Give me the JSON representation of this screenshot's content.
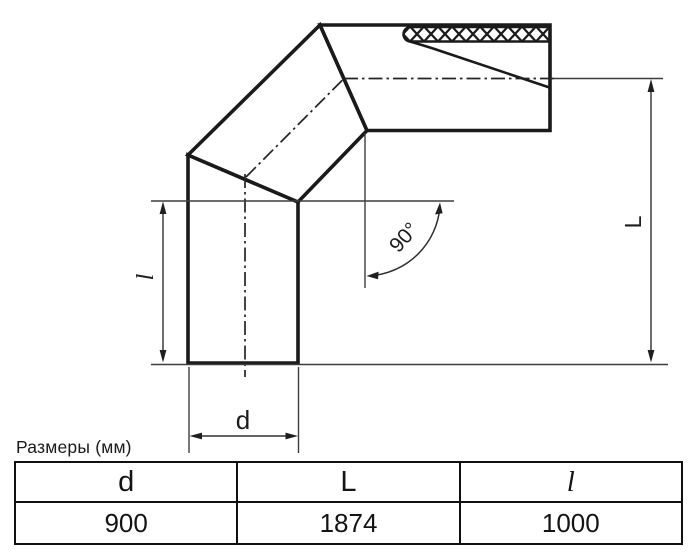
{
  "caption": "Размеры (мм)",
  "drawing": {
    "angle_label": "90°",
    "dim_d_label": "d",
    "dim_L_label": "L",
    "dim_l_label": "l"
  },
  "table": {
    "headers": [
      "d",
      "L",
      "l"
    ],
    "rows": [
      [
        "900",
        "1874",
        "1000"
      ]
    ]
  },
  "colors": {
    "line_thick": "#1a1a1a",
    "line_thin": "#3d3d3d",
    "background": "#ffffff"
  }
}
